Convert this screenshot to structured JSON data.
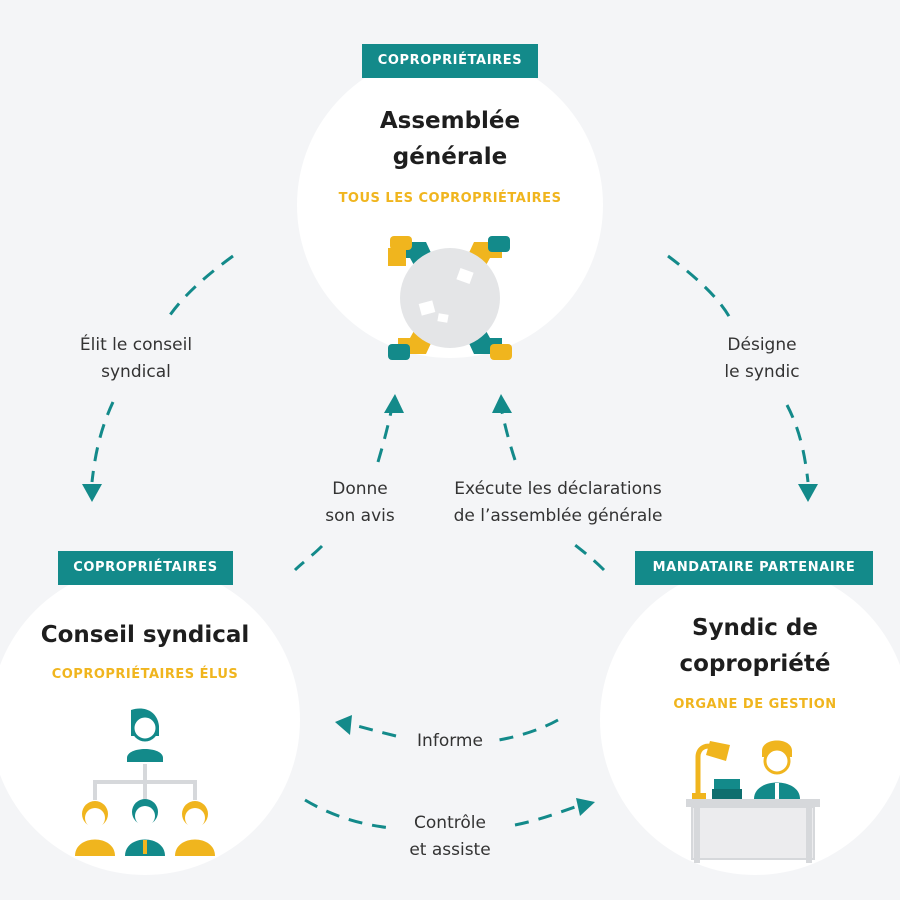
{
  "colors": {
    "teal": "#138a8a",
    "yellow": "#f0b51e",
    "background": "#f4f5f7",
    "circle": "#ffffff"
  },
  "nodes": {
    "assemblee": {
      "badge": "COPROPRIÉTAIRES",
      "title_line1": "Assemblée",
      "title_line2": "générale",
      "subtitle": "TOUS LES COPROPRIÉTAIRES",
      "icon": "meeting-table-icon"
    },
    "conseil": {
      "badge": "COPROPRIÉTAIRES",
      "title": "Conseil syndical",
      "subtitle": "COPROPRIÉTAIRES ÉLUS",
      "icon": "org-chart-people-icon"
    },
    "syndic": {
      "badge": "MANDATAIRE PARTENAIRE",
      "title_line1": "Syndic de",
      "title_line2": "copropriété",
      "subtitle": "ORGANE DE GESTION",
      "icon": "desk-manager-icon"
    }
  },
  "edges": {
    "elit": {
      "line1": "Élit le conseil",
      "line2": "syndical"
    },
    "designe": {
      "line1": "Désigne",
      "line2": "le syndic"
    },
    "donne": {
      "line1": "Donne",
      "line2": "son avis"
    },
    "execute": {
      "line1": "Exécute les déclarations",
      "line2": "de l’assemblée générale"
    },
    "informe": {
      "line1": "Informe"
    },
    "controle": {
      "line1": "Contrôle",
      "line2": "et assiste"
    }
  }
}
